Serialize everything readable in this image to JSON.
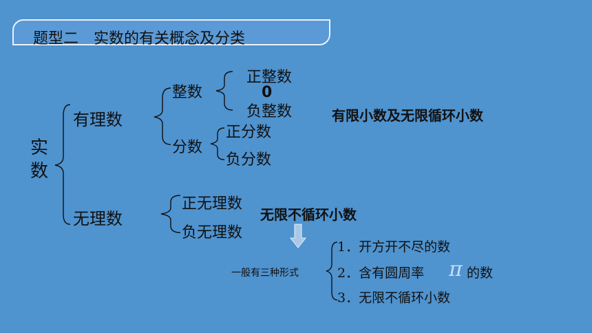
{
  "title": "题型二　实数的有关概念及分类",
  "root": "实数",
  "rational": {
    "label": "有理数",
    "integer": {
      "label": "整数",
      "children": [
        "正整数",
        "0",
        "负整数"
      ]
    },
    "fraction": {
      "label": "分数",
      "children": [
        "正分数",
        "负分数"
      ]
    },
    "note": "有限小数及无限循环小数"
  },
  "irrational": {
    "label": "无理数",
    "children": [
      "正无理数",
      "负无理数"
    ],
    "note": "无限不循环小数"
  },
  "forms": {
    "label": "一般有三种形式",
    "items": [
      "1．开方开不尽的数",
      "2．含有圆周率",
      "的数",
      "3．无限不循环小数"
    ],
    "pi": "π"
  },
  "colors": {
    "background": "#4f93cf",
    "title_bar": "#5b9ad6",
    "arrow": "#a9c8e8"
  }
}
